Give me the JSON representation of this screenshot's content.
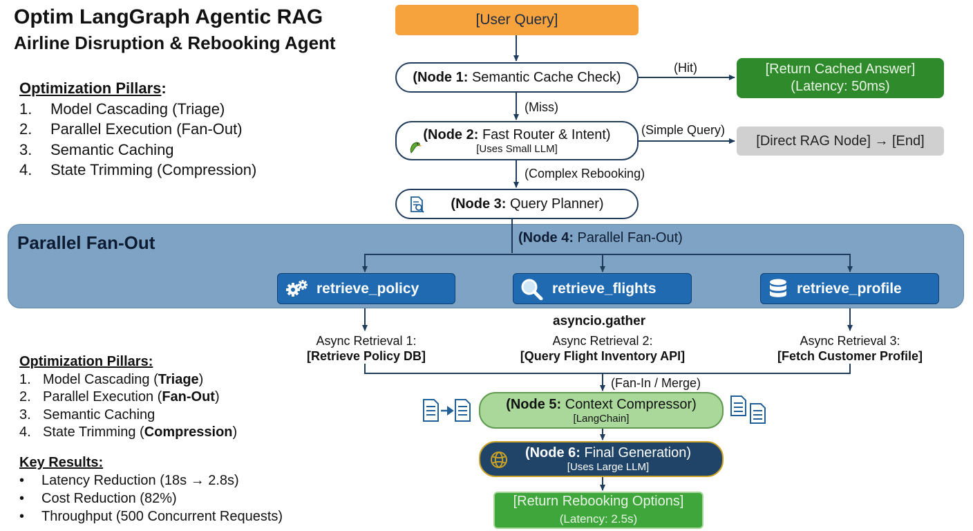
{
  "title": {
    "line1": "Optim LangGraph Agentic RAG",
    "line2": "Airline Disruption & Rebooking Agent"
  },
  "pillars_top": {
    "heading": "Optimization Pillars",
    "heading_suffix": ":",
    "items": [
      {
        "num": "1.",
        "text": "Model Cascading (Triage)"
      },
      {
        "num": "2.",
        "text": "Parallel Execution (Fan-Out)"
      },
      {
        "num": "3.",
        "text": "Semantic Caching"
      },
      {
        "num": "4.",
        "text": "State Trimming (Compression)"
      }
    ]
  },
  "pillars_bottom": {
    "heading": "Optimization Pillars:",
    "items": [
      {
        "num": "1.",
        "pre": "Model Cascading (",
        "bold": "Triage",
        "post": ")"
      },
      {
        "num": "2.",
        "pre": "Parallel Execution (",
        "bold": "Fan-Out",
        "post": ")"
      },
      {
        "num": "3.",
        "pre": "Semantic Caching",
        "bold": "",
        "post": ""
      },
      {
        "num": "4.",
        "pre": "State Trimming (",
        "bold": "Compression",
        "post": ")"
      }
    ]
  },
  "key_results": {
    "heading": "Key Results:",
    "bullet": "•",
    "items": [
      "Latency Reduction (18s → 2.8s)",
      "Cost Reduction (82%)",
      "Throughput (500 Concurrent Requests)"
    ]
  },
  "nodes": {
    "user_query": "[User Query]",
    "n1": {
      "bold": "(Node 1:",
      "text": " Semantic Cache Check)"
    },
    "n2": {
      "bold": "(Node 2:",
      "text": " Fast Router & Intent)",
      "sub": "[Uses Small LLM]"
    },
    "n3": {
      "bold": "(Node 3:",
      "text": " Query Planner)"
    },
    "cached": {
      "line1": "[Return Cached Answer]",
      "line2": "(Latency: 50ms)"
    },
    "direct": "[Direct RAG Node] → [End]",
    "n4": {
      "bold": "(Node 4:",
      "text": " Parallel Fan-Out)"
    },
    "n5": {
      "bold": "(Node 5:",
      "text": " Context Compressor)",
      "sub": "[LangChain]"
    },
    "n6": {
      "bold": "(Node 6:",
      "text": " Final Generation)",
      "sub": "[Uses Large LLM]"
    },
    "final": {
      "line1": "[Return Rebooking Options]",
      "line2": "(Latency: 2.5s)"
    }
  },
  "edges": {
    "hit": "(Hit)",
    "miss": "(Miss)",
    "simple": "(Simple Query)",
    "complex": "(Complex Rebooking)",
    "fan_in": "(Fan-In / Merge)"
  },
  "fanout": {
    "title": "Parallel Fan-Out",
    "gather": "asyncio.gather",
    "retrievers": [
      {
        "label": "retrieve_policy",
        "icon": "gears-icon"
      },
      {
        "label": "retrieve_flights",
        "icon": "magnifier-icon"
      },
      {
        "label": "retrieve_profile",
        "icon": "database-icon"
      }
    ],
    "async": [
      {
        "line1": "Async Retrieval 1:",
        "line2": "[Retrieve Policy DB]"
      },
      {
        "line1": "Async Retrieval 2:",
        "line2": "[Query Flight Inventory API]"
      },
      {
        "line1": "Async Retrieval 3:",
        "line2": "[Fetch Customer Profile]"
      }
    ]
  },
  "colors": {
    "user_query": "#f7a33d",
    "cached": "#2f8a2c",
    "direct": "#d0d0d0",
    "fanout_bg": "#7ea3c4",
    "retriever": "#1f6ab0",
    "n5": "#a9d89a",
    "n6": "#1f4468",
    "final": "#3ea63a",
    "lines": "#1f3b5c"
  }
}
